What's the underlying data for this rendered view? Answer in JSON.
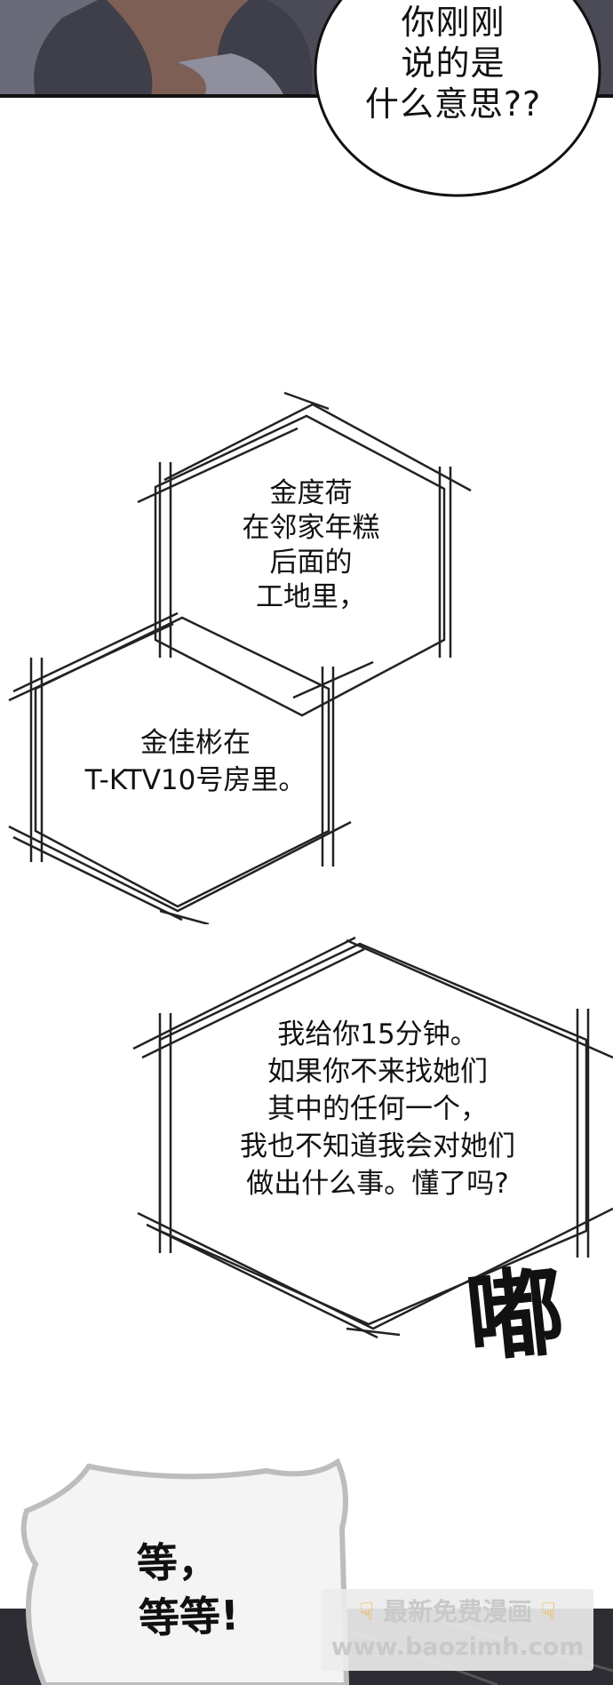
{
  "speech_bubble": {
    "lines": [
      "你刚刚",
      "说的是",
      "什么意思??"
    ]
  },
  "hex_box_1": {
    "lines": [
      "金度荷",
      "在邻家年糕",
      "后面的",
      "工地里，"
    ]
  },
  "hex_box_2": {
    "lines": [
      "金佳彬在",
      "T-KTV10号房里。"
    ]
  },
  "hex_box_3": {
    "lines": [
      "我给你15分钟。",
      "如果你不来找她们",
      "其中的任何一个，",
      "我也不知道我会对她们",
      "做出什么事。懂了吗?"
    ]
  },
  "sfx": {
    "text": "嘟"
  },
  "shout_bubble": {
    "lines": [
      "等，",
      "等等!"
    ]
  },
  "watermark": {
    "line1": "最新免费漫画",
    "line2": "www.baozimh.com",
    "hand_icon": "pointing-down-hand-icon"
  },
  "colors": {
    "background": "#ffffff",
    "ink": "#111111",
    "skin": "#8a6a5e",
    "cloth": "#5a5a66"
  }
}
